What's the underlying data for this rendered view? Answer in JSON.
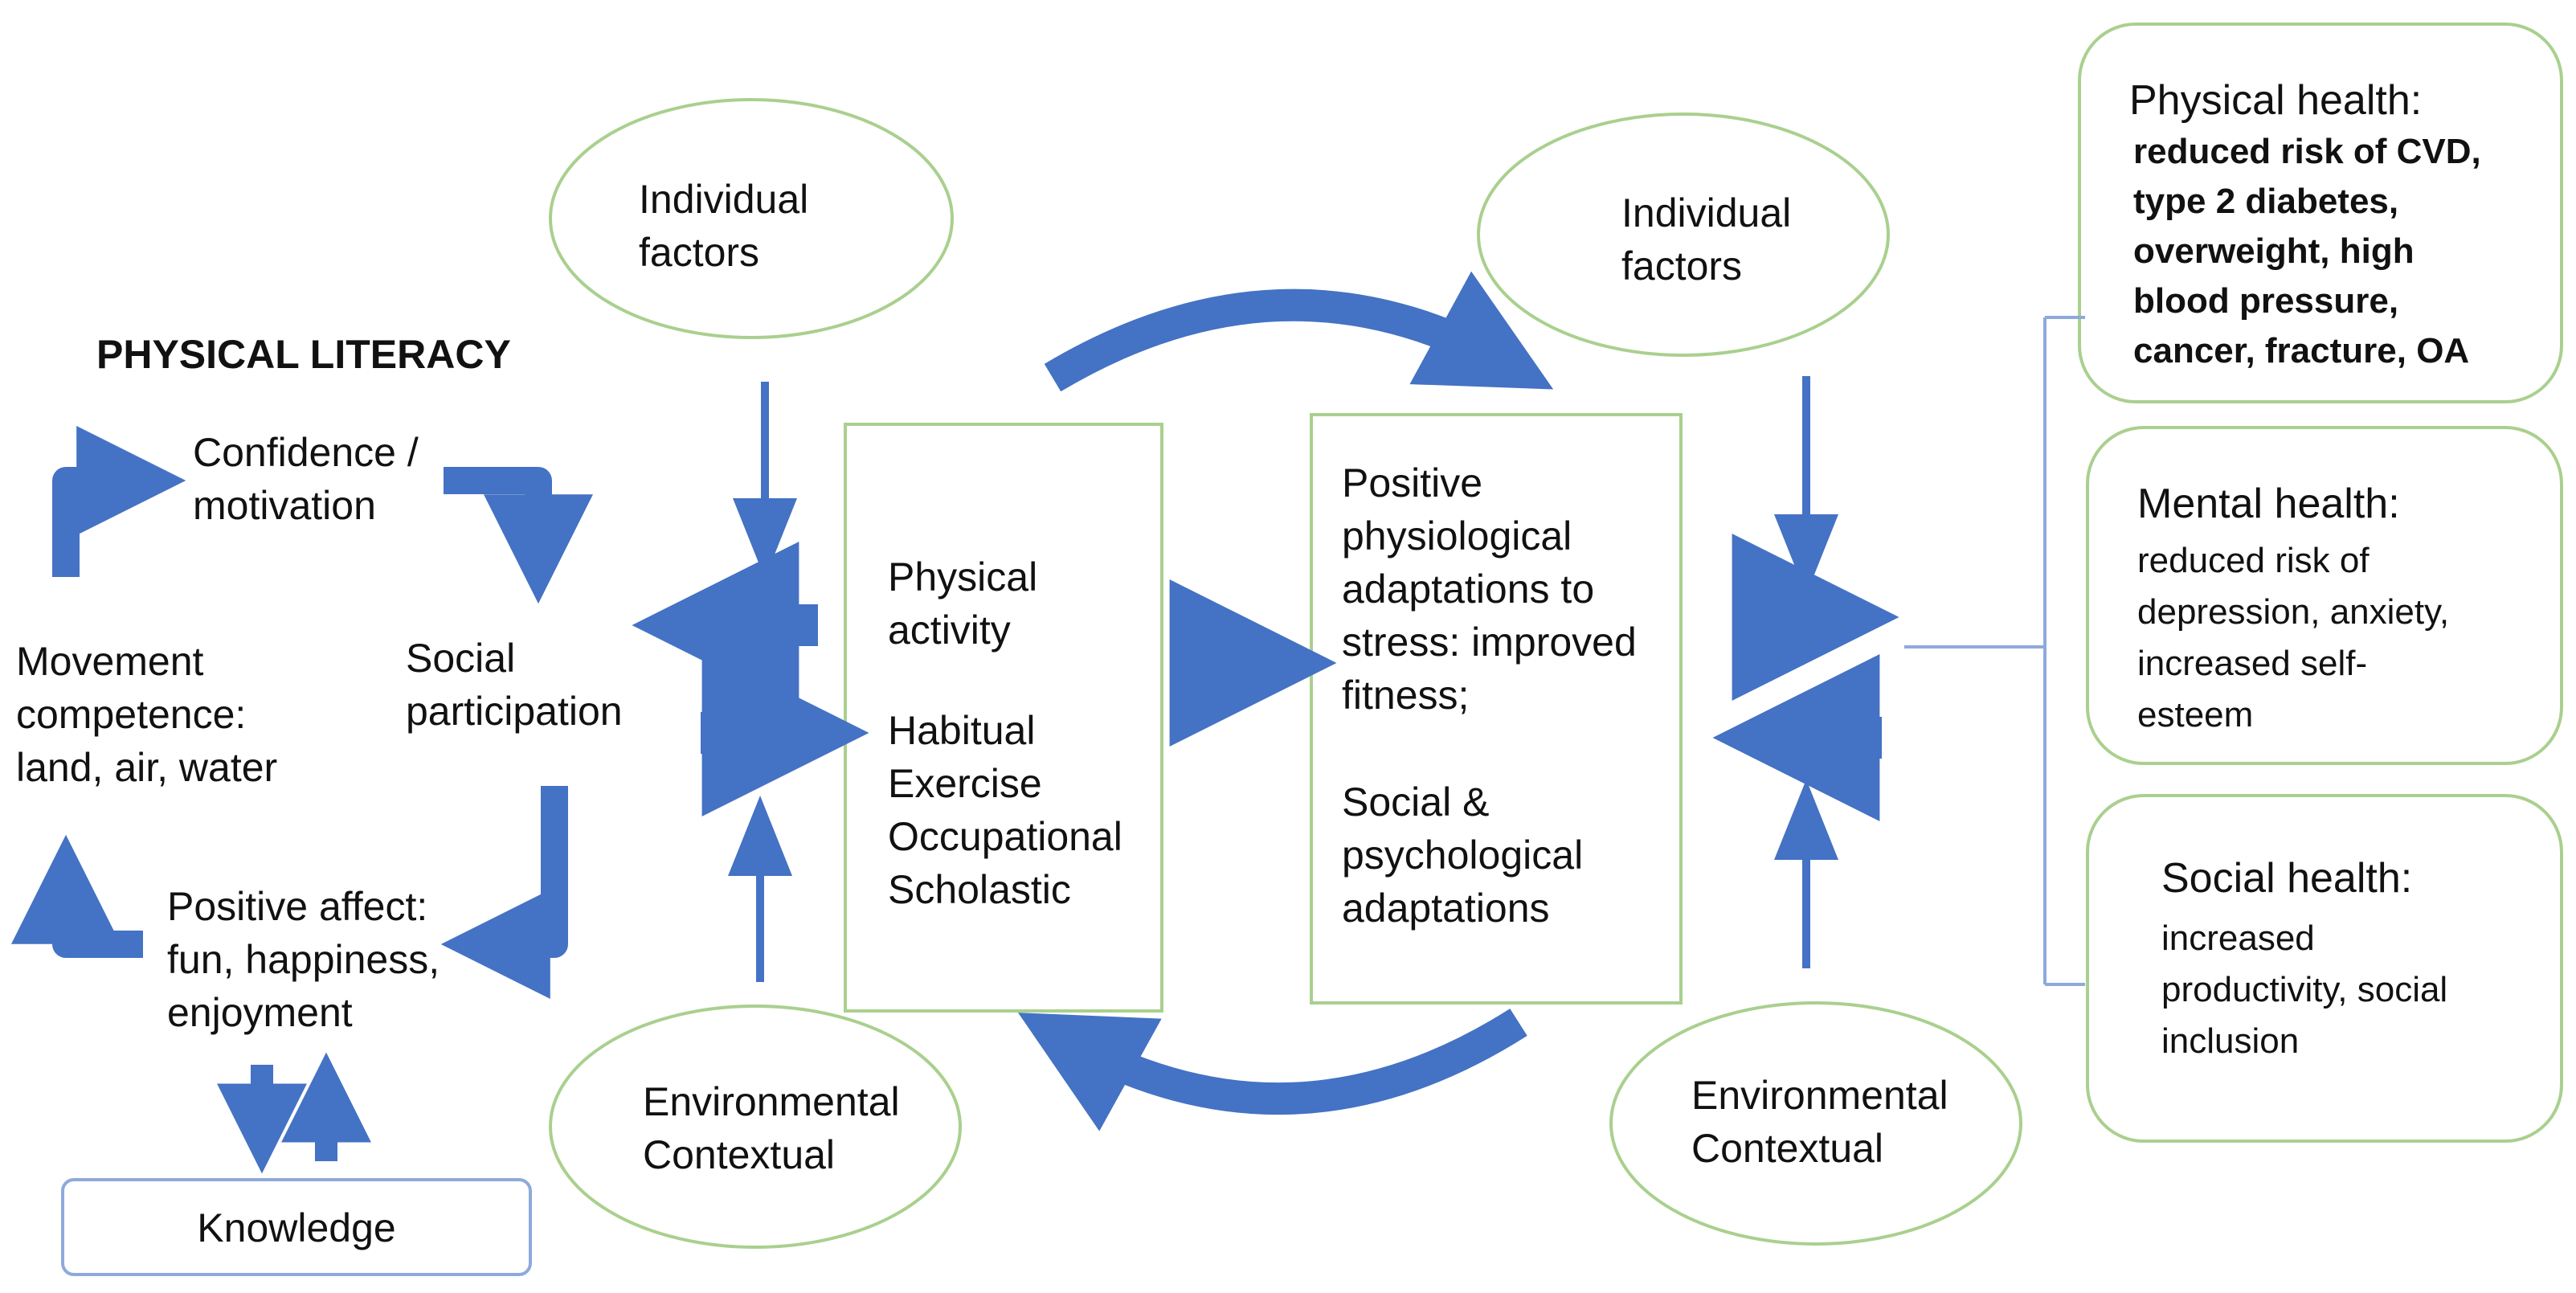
{
  "physical_literacy": {
    "title": "PHYSICAL LITERACY",
    "confidence": "Confidence /\nmotivation",
    "social_participation": "Social\nparticipation",
    "movement_competence": "Movement\ncompetence:\nland, air, water",
    "positive_affect": "Positive affect:\nfun, happiness,\nenjoyment",
    "knowledge": "Knowledge"
  },
  "factors_left": {
    "individual": "Individual\nfactors",
    "environmental": "Environmental\nContextual"
  },
  "factors_right": {
    "individual": "Individual\nfactors",
    "environmental": "Environmental\nContextual"
  },
  "physical_activity_box": {
    "heading": "Physical\nactivity",
    "types": "Habitual\nExercise\nOccupational\nScholastic"
  },
  "adaptations_box": {
    "physiological": "Positive\nphysiological\nadaptations to\nstress: improved\nfitness;",
    "social": "Social &\npsychological\nadaptations"
  },
  "outcomes": {
    "physical": {
      "title": "Physical health:",
      "body": "reduced risk of CVD,\ntype 2 diabetes,\noverweight, high\nblood pressure,\ncancer, fracture, OA"
    },
    "mental": {
      "title": "Mental health:",
      "body": "reduced risk of\ndepression, anxiety,\nincreased self-\nesteem"
    },
    "social": {
      "title": "Social health:",
      "body": "increased\nproductivity, social\ninclusion"
    }
  },
  "colors": {
    "arrow": "#4472c4",
    "ellipse_border": "#a9d08e",
    "box_border": "#a9d08e",
    "knowledge_border": "#8ea9db",
    "bracket": "#8ea9db"
  }
}
